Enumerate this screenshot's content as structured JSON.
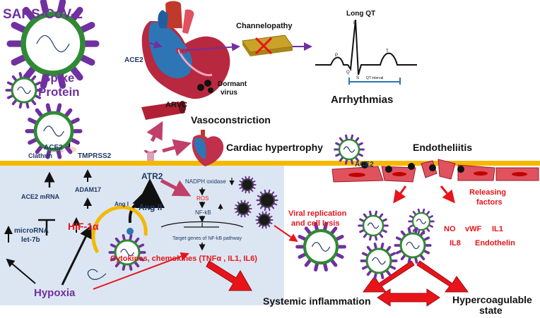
{
  "title": "SARS-CoV-2",
  "spike_label": [
    "Spike",
    "Protein"
  ],
  "ace2_heart": "ACE2",
  "tnf": "TNF",
  "arvc": "ARVC",
  "dormant": [
    "Dormant",
    "virus"
  ],
  "channelopathy": "Channelopathy",
  "ecg": {
    "title": "Long QT",
    "p": "P",
    "q": "Q",
    "r": "R",
    "s": "S",
    "t": "T",
    "interval": "QT interval"
  },
  "arrhythmias": "Arrhythmias",
  "vasoconstriction": "Vasoconstriction",
  "cardiac_hypertrophy": "Cardiac hypertrophy",
  "endotheliitis": "Endotheliitis",
  "ace2_endo": "ACE2",
  "releasing_factors": [
    "Releasing",
    "factors"
  ],
  "factors": [
    "NO",
    "vWF",
    "IL1",
    "IL8",
    "Endothelin"
  ],
  "viral_replication": [
    "Viral replication",
    "and cell lysis"
  ],
  "cell": {
    "ace2": "ACE2",
    "clathrin": "Clathrin",
    "tmprss2": "TMPRSS2",
    "ace2_mrna": "ACE2 mRNA",
    "adam17": "ADAM17",
    "microrna": [
      "microRNA",
      "let-7b"
    ],
    "hif": "HIF-1α",
    "atr2": "ATR2",
    "ang1": "Ang I",
    "ang2": "Ang II",
    "nadph": "NADPH oxidase",
    "ros": "ROS",
    "nfkb": "NF-kB",
    "target_genes": "Target genes of NF-kB pathway",
    "cytokines": "Cytokines, chemokines (TNFα , IL1, IL6)"
  },
  "hypoxia": "Hypoxia",
  "systemic_inflammation": "Systemic inflammation",
  "hypercoagulable": [
    "Hypercoagulable",
    "state"
  ],
  "colors": {
    "purple": "#7030a0",
    "red": "#e8141a",
    "navy": "#1f3864",
    "membrane": "#f5b800",
    "cytoplasm": "#dce6f2",
    "virus_green": "#2f8a34",
    "vessel": "#e0525e"
  }
}
